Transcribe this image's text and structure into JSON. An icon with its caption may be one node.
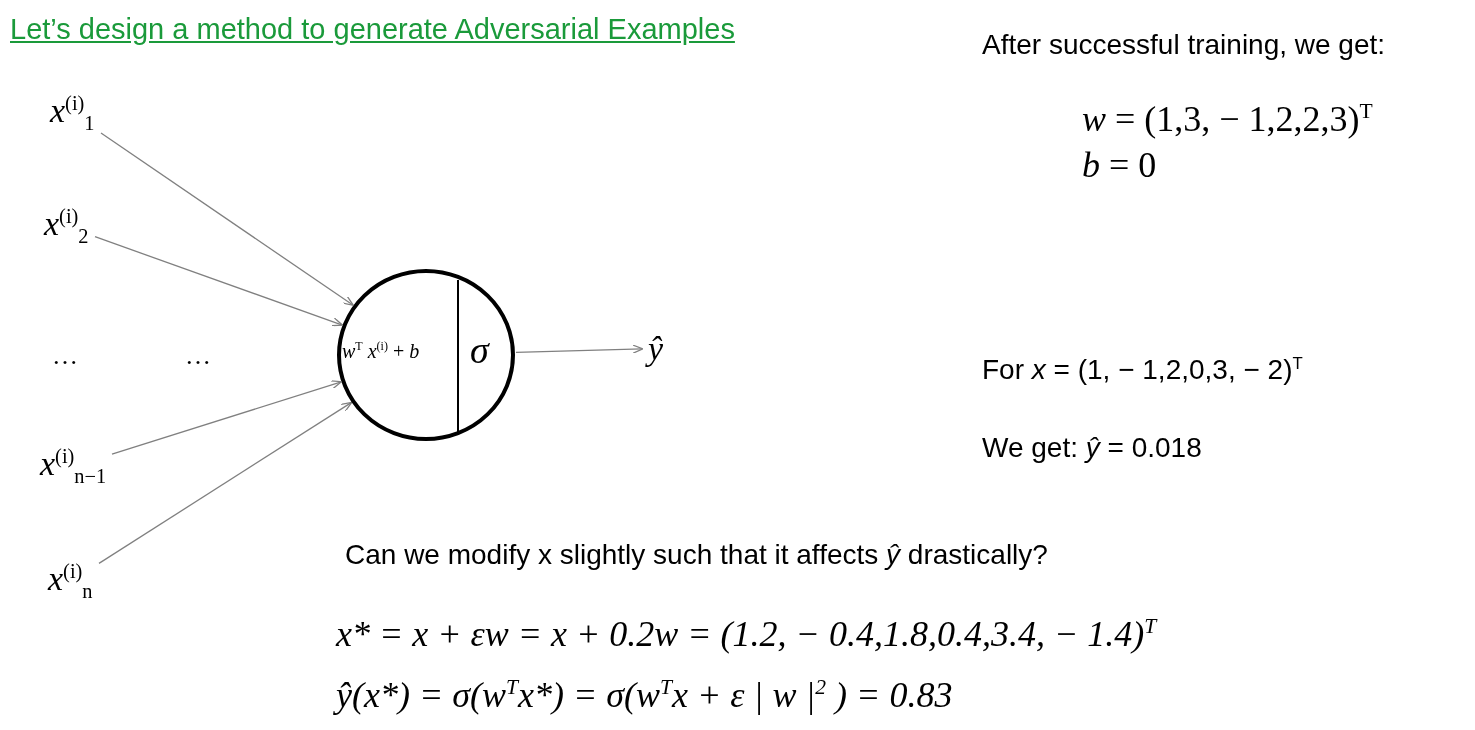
{
  "diagram": {
    "title": "Let’s design a method to generate Adversarial Examples",
    "nodes": [
      {
        "text": [
          "*x*$^{(i)}$$_{1}$"
        ]
      },
      {
        "text": [
          "*x*$^{(i)}$$_{2}$"
        ]
      },
      {
        "text": [
          "*x*$^{(i)}$$_{n−1}$"
        ]
      },
      {
        "text": [
          "*x*$^{(i)}$$_{n}$"
        ]
      },
      {
        "text": [
          "*w*$^{T}$ *x*$^{(i)}$ + *b*",
          "*σ*"
        ]
      },
      {
        "text": [
          "*ŷ*"
        ]
      }
    ],
    "edges": [
      {
        "from": 0,
        "to": 4,
        "arrow": "to"
      },
      {
        "from": 1,
        "to": 4,
        "arrow": "to"
      },
      {
        "from": 2,
        "to": 4,
        "arrow": "to"
      },
      {
        "from": 3,
        "to": 4,
        "arrow": "to"
      },
      {
        "from": 4,
        "to": 5,
        "arrow": "to"
      }
    ],
    "labels": [
      "…",
      "…",
      "After successful training, we get:",
      "*w* = (1,3, − 1,2,2,3)$^{T}$",
      "*b* = 0",
      "For  *x* = (1, − 1,2,0,3, − 2)$^{T}$",
      "We get:  *ŷ* = 0.018",
      "Can we modify x slightly such that it affects *ŷ* drastically?",
      "x* = x + εw = x + 0.2w = (1.2, − 0.4,1.8,0.4,3.4, − 1.4)$^{T}$",
      "ŷ(x*) = σ(w$^{T}$x*) = σ(w$^{T}$x + ε | w |$^{2}$ ) = 0.83"
    ]
  }
}
